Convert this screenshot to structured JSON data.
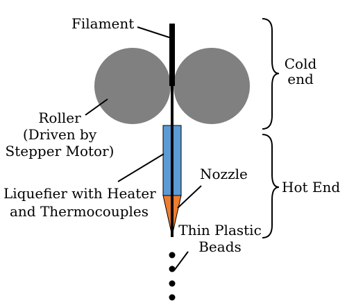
{
  "labels": {
    "filament": "Filament",
    "roller_line1": "Roller",
    "roller_line2": "(Driven by",
    "roller_line3": "Stepper Motor)",
    "liquefier_line1": "Liquefier with Heater",
    "liquefier_line2": "and Thermocouples",
    "nozzle": "Nozzle",
    "beads_line1": "Thin Plastic",
    "beads_line2": "Beads",
    "cold_end_line1": "Cold",
    "cold_end_line2": "end",
    "hot_end": "Hot End"
  },
  "colors": {
    "roller": "#808080",
    "filament": "#000000",
    "liquefier": "#5b9bd5",
    "nozzle": "#ed7d31",
    "line": "#000000"
  }
}
